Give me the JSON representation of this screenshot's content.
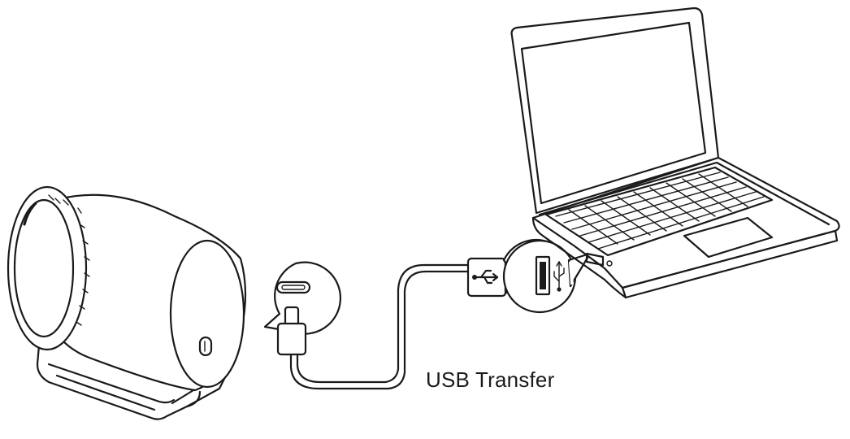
{
  "caption": "USB Transfer",
  "colors": {
    "line": "#1a1a1a",
    "background": "#ffffff"
  },
  "icons": [
    "projector-device",
    "usb-c-port-callout",
    "usb-c-plug",
    "usb-cable",
    "usb-a-plug",
    "usb-a-port-callout",
    "usb-symbol-icon",
    "laptop"
  ]
}
